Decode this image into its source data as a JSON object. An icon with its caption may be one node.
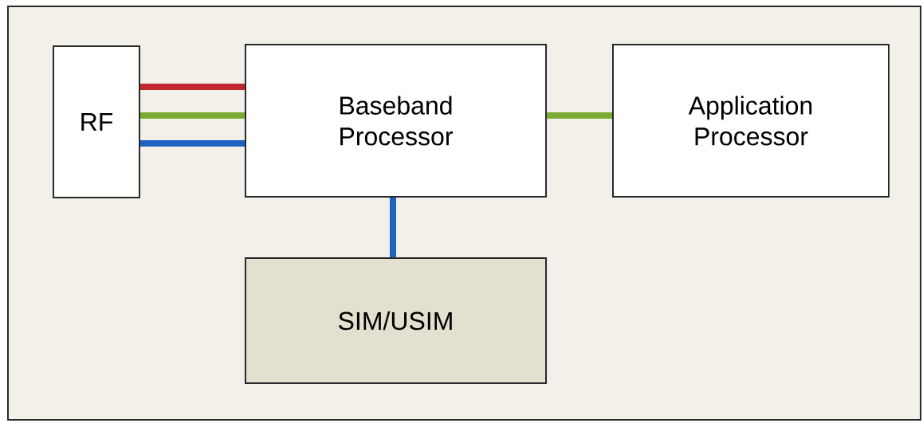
{
  "diagram": {
    "nodes": [
      {
        "text": [],
        "shape": "box"
      },
      {
        "text": [
          "RF"
        ],
        "in": 0
      },
      {
        "text": [
          "Baseband Processor"
        ],
        "in": 0
      },
      {
        "text": [
          "Application Processor"
        ],
        "in": 0
      },
      {
        "text": [
          "SIM/USIM"
        ],
        "in": 0
      }
    ],
    "edges": [
      {
        "from": 1,
        "to": 2,
        "arrow": "none",
        "color": "#c0282d"
      },
      {
        "from": 1,
        "to": 2,
        "arrow": "none",
        "color": "#7aab35"
      },
      {
        "from": 1,
        "to": 2,
        "arrow": "none",
        "color": "#1e63c0"
      },
      {
        "from": 2,
        "to": 3,
        "arrow": "none",
        "color": "#7aab35"
      },
      {
        "from": 2,
        "to": 4,
        "arrow": "none",
        "color": "#1e63c0"
      }
    ]
  }
}
